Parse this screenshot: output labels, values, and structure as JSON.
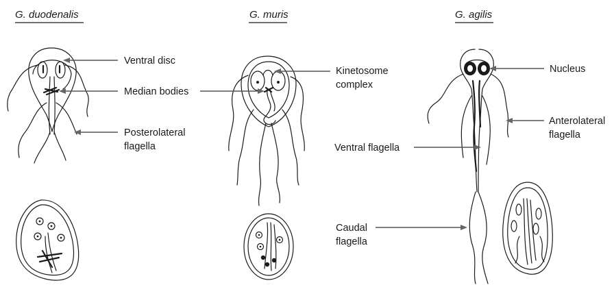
{
  "species": {
    "duodenalis": "G. duodenalis",
    "muris": "G. muris",
    "agilis": "G. agilis"
  },
  "labels": {
    "ventral_disc": "Ventral disc",
    "median_bodies": "Median bodies",
    "posterolateral_1": "Posterolateral",
    "posterolateral_2": "flagella",
    "kinetosome_1": "Kinetosome",
    "kinetosome_2": "complex",
    "nucleus": "Nucleus",
    "anterolateral_1": "Anterolateral",
    "anterolateral_2": "flagella",
    "ventral_flagella": "Ventral flagella",
    "caudal_1": "Caudal",
    "caudal_2": "flagella"
  },
  "colors": {
    "ink": "#1a1a1a",
    "arrow": "#555555",
    "background": "#ffffff"
  }
}
